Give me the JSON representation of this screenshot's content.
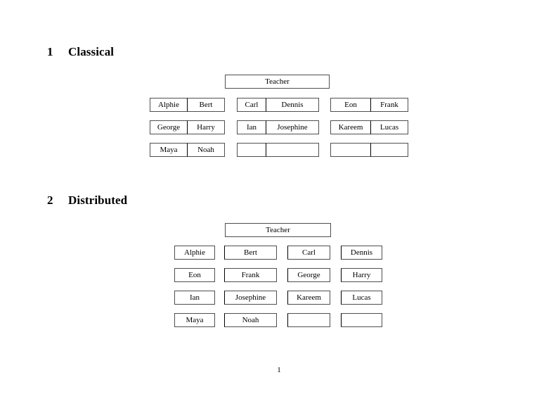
{
  "document": {
    "page_number": "1",
    "border_color": "#4f4f4f",
    "rule_color": "#000000",
    "background": "#ffffff",
    "text_color": "#000000"
  },
  "sections": [
    {
      "number": "1",
      "title": "Classical",
      "teacher_label": "Teacher",
      "layout": "three-groups-of-two-columns",
      "groups": [
        {
          "name": "group-left",
          "rows": [
            [
              "Alphie",
              "Bert"
            ],
            [
              "George",
              "Harry"
            ],
            [
              "Maya",
              "Noah"
            ]
          ]
        },
        {
          "name": "group-middle",
          "rows": [
            [
              "Carl",
              "Dennis"
            ],
            [
              "Ian",
              "Josephine"
            ],
            [
              "",
              ""
            ]
          ]
        },
        {
          "name": "group-right",
          "rows": [
            [
              "Eon",
              "Frank"
            ],
            [
              "Kareem",
              "Lucas"
            ],
            [
              "",
              ""
            ]
          ]
        }
      ]
    },
    {
      "number": "2",
      "title": "Distributed",
      "teacher_label": "Teacher",
      "layout": "four-single-columns",
      "rows": [
        [
          "Alphie",
          "Bert",
          "Carl",
          "Dennis"
        ],
        [
          "Eon",
          "Frank",
          "George",
          "Harry"
        ],
        [
          "Ian",
          "Josephine",
          "Kareem",
          "Lucas"
        ],
        [
          "Maya",
          "Noah",
          "",
          ""
        ]
      ]
    }
  ]
}
